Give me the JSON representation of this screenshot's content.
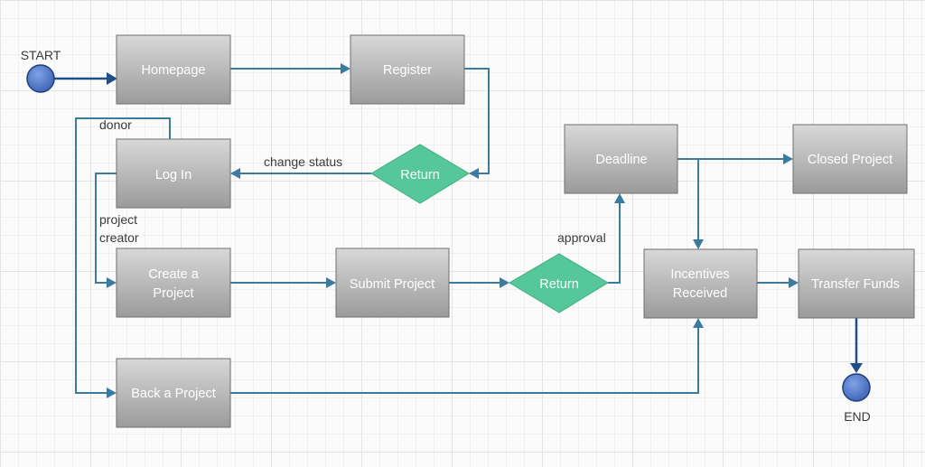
{
  "colors": {
    "connector": "#3a7ca0",
    "connector_dark": "#1f4f86",
    "box_fill_top": "#d6d6d6",
    "box_fill_bottom": "#9d9d9d",
    "box_stroke": "#6f6f6f",
    "decision_fill": "#55c79a",
    "terminal_fill": "#4a74c9"
  },
  "terminals": {
    "start": "START",
    "end": "END"
  },
  "nodes": {
    "homepage": "Homepage",
    "register": "Register",
    "log_in": "Log In",
    "create_project_line1": "Create a",
    "create_project_line2": "Project",
    "submit_project": "Submit Project",
    "back_project": "Back a Project",
    "deadline": "Deadline",
    "closed_project": "Closed Project",
    "incentives_line1": "Incentives",
    "incentives_line2": "Received",
    "transfer_funds": "Transfer Funds"
  },
  "decisions": {
    "return_register": "Return",
    "return_submit": "Return"
  },
  "edge_labels": {
    "donor": "donor",
    "project_creator_line1": "project",
    "project_creator_line2": "creator",
    "change_status": "change status",
    "approval": "approval"
  }
}
